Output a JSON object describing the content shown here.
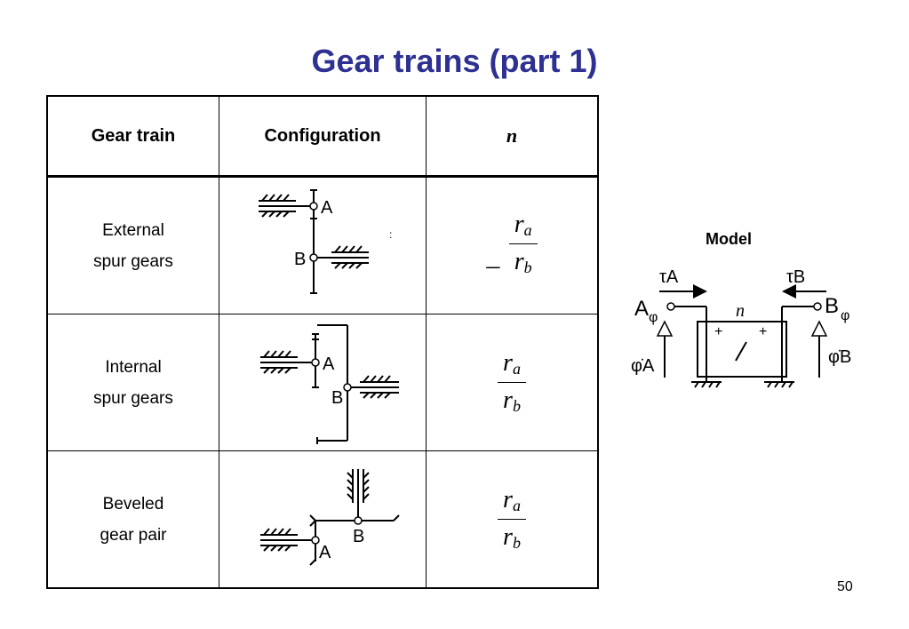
{
  "title": "Gear trains (part 1)",
  "table": {
    "headers": {
      "gear_train": "Gear train",
      "configuration": "Configuration",
      "n": "n"
    },
    "rows": [
      {
        "line1": "External",
        "line2": "spur gears",
        "sign": "–",
        "num_var": "r",
        "num_sub": "a",
        "den_var": "r",
        "den_sub": "b",
        "diagram": {
          "label_a": "A",
          "label_b": "B",
          "mark": ":"
        }
      },
      {
        "line1": "Internal",
        "line2": "spur gears",
        "sign": "",
        "num_var": "r",
        "num_sub": "a",
        "den_var": "r",
        "den_sub": "b",
        "diagram": {
          "label_a": "A",
          "label_b": "B"
        }
      },
      {
        "line1": "Beveled",
        "line2": "gear pair",
        "sign": "",
        "num_var": "r",
        "num_sub": "a",
        "den_var": "r",
        "den_sub": "b",
        "diagram": {
          "label_a": "A",
          "label_b": "B"
        }
      }
    ]
  },
  "model": {
    "title": "Model",
    "tau_a": "τA",
    "tau_b": "τB",
    "port_a": "A",
    "port_b": "B",
    "phi": "φ",
    "n": "n",
    "phidot_a": "φ̇A",
    "phidot_b": "φ̇B",
    "plus": "+"
  },
  "page_number": "50"
}
